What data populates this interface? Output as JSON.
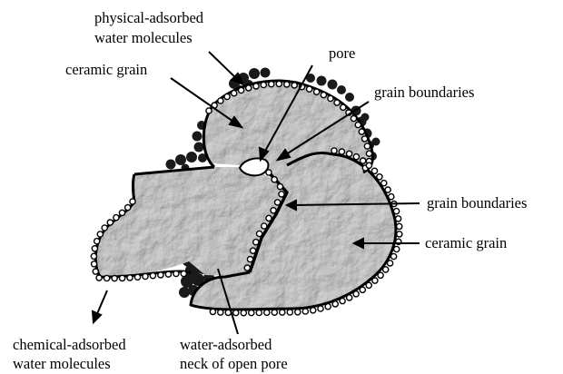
{
  "labels": {
    "physical_adsorbed_line1": "physical-adsorbed",
    "physical_adsorbed_line2": "water molecules",
    "ceramic_grain_top": "ceramic grain",
    "pore": "pore",
    "grain_boundaries_top": "grain boundaries",
    "grain_boundaries_right": "grain boundaries",
    "ceramic_grain_right": "ceramic grain",
    "chemical_adsorbed_line1": "chemical-adsorbed",
    "chemical_adsorbed_line2": "water molecules",
    "water_adsorbed_line1": "water-adsorbed",
    "water_adsorbed_line2": "neck of open pore"
  },
  "colors": {
    "grain_fill": "#9a9a9a",
    "grain_texture": "#6e6e6e",
    "grain_outline": "#000000",
    "chem_bead_fill": "#ffffff",
    "phys_bead_fill": "#1a1a1a",
    "text": "#000000"
  }
}
